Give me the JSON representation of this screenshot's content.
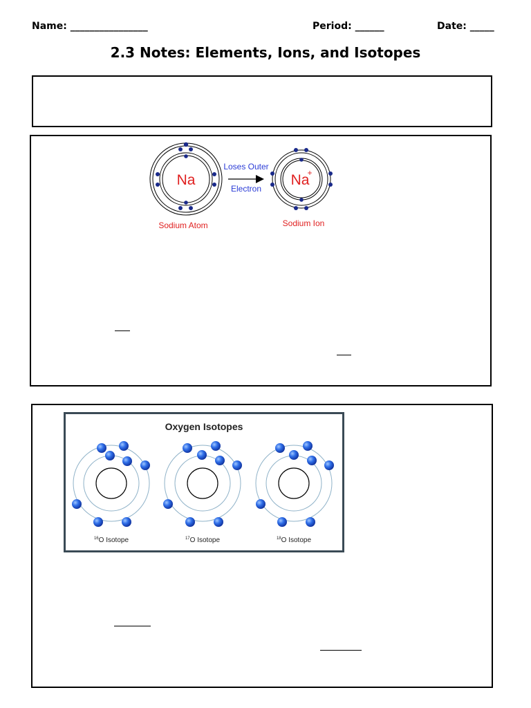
{
  "header": {
    "name": "Name: ________________",
    "period": "Period: ______",
    "date": "Date: _____"
  },
  "title": "2.3 Notes: Elements, Ions, and Isotopes",
  "ion_figure": {
    "atom_symbol": "Na",
    "ion_symbol": "Na",
    "ion_charge": "+",
    "arrow_label_1": "Loses Outer",
    "arrow_label_2": "Electron",
    "atom_caption": "Sodium Atom",
    "ion_caption": "Sodium Ion"
  },
  "isotope_figure": {
    "title": "Oxygen Isotopes",
    "isotopes": [
      {
        "mass": "16",
        "label": "O Isotope"
      },
      {
        "mass": "17",
        "label": "O Isotope"
      },
      {
        "mass": "18",
        "label": "O Isotope"
      }
    ]
  },
  "colors": {
    "electron_dark": "#1a2a8a",
    "electron_light": "#2f6ee8",
    "ion_text": "#e02020",
    "label_blue": "#2a3bd6",
    "panel_border": "#3a4a55"
  }
}
